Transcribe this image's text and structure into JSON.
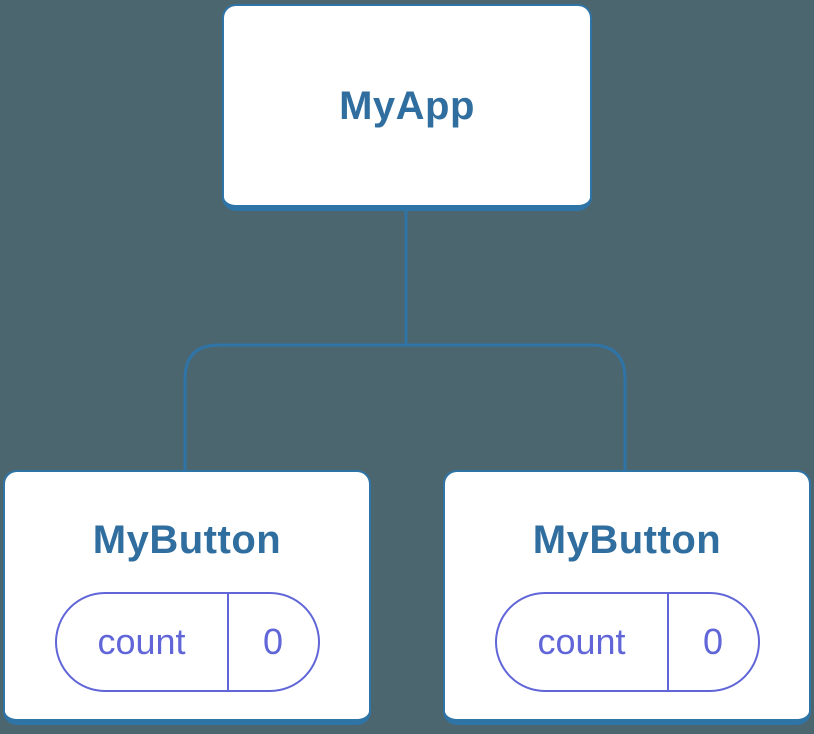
{
  "colors": {
    "bg": "#4C6670",
    "blue": "#2F74A7",
    "blue-text": "#2F6E9E",
    "purple": "#6065D8",
    "card-bg": "#FFFFFF"
  },
  "diagram": {
    "type": "component-tree",
    "root": {
      "label": "MyApp"
    },
    "children": [
      {
        "label": "MyButton",
        "state": {
          "key": "count",
          "value": "0"
        }
      },
      {
        "label": "MyButton",
        "state": {
          "key": "count",
          "value": "0"
        }
      }
    ]
  }
}
